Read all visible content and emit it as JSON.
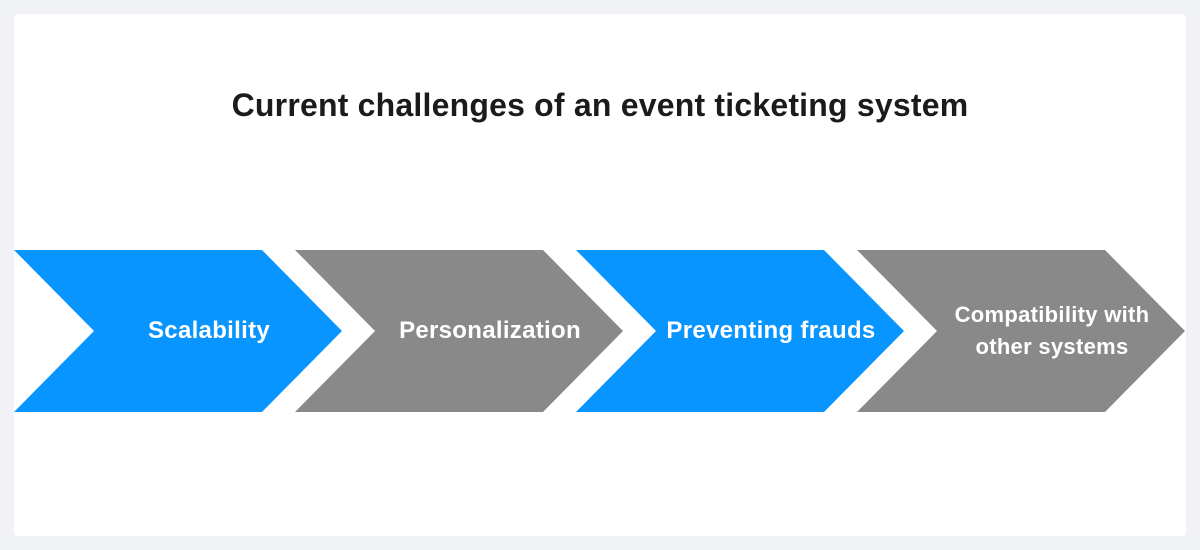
{
  "page": {
    "background_color": "#f1f2f6",
    "card_color": "#ffffff"
  },
  "title": {
    "text": "Current challenges of an event ticketing system",
    "color": "#1b1b1b"
  },
  "colors": {
    "blue": "#0995ff",
    "gray": "#898989",
    "label_text": "#ffffff"
  },
  "diagram": {
    "type": "horizontal-chevron-process",
    "steps": [
      {
        "label": "Scalability",
        "color": "#0995ff"
      },
      {
        "label": "Personalization",
        "color": "#898989"
      },
      {
        "label": "Preventing frauds",
        "color": "#0995ff"
      },
      {
        "label": "Compatibility with other systems",
        "color": "#898989"
      }
    ]
  }
}
